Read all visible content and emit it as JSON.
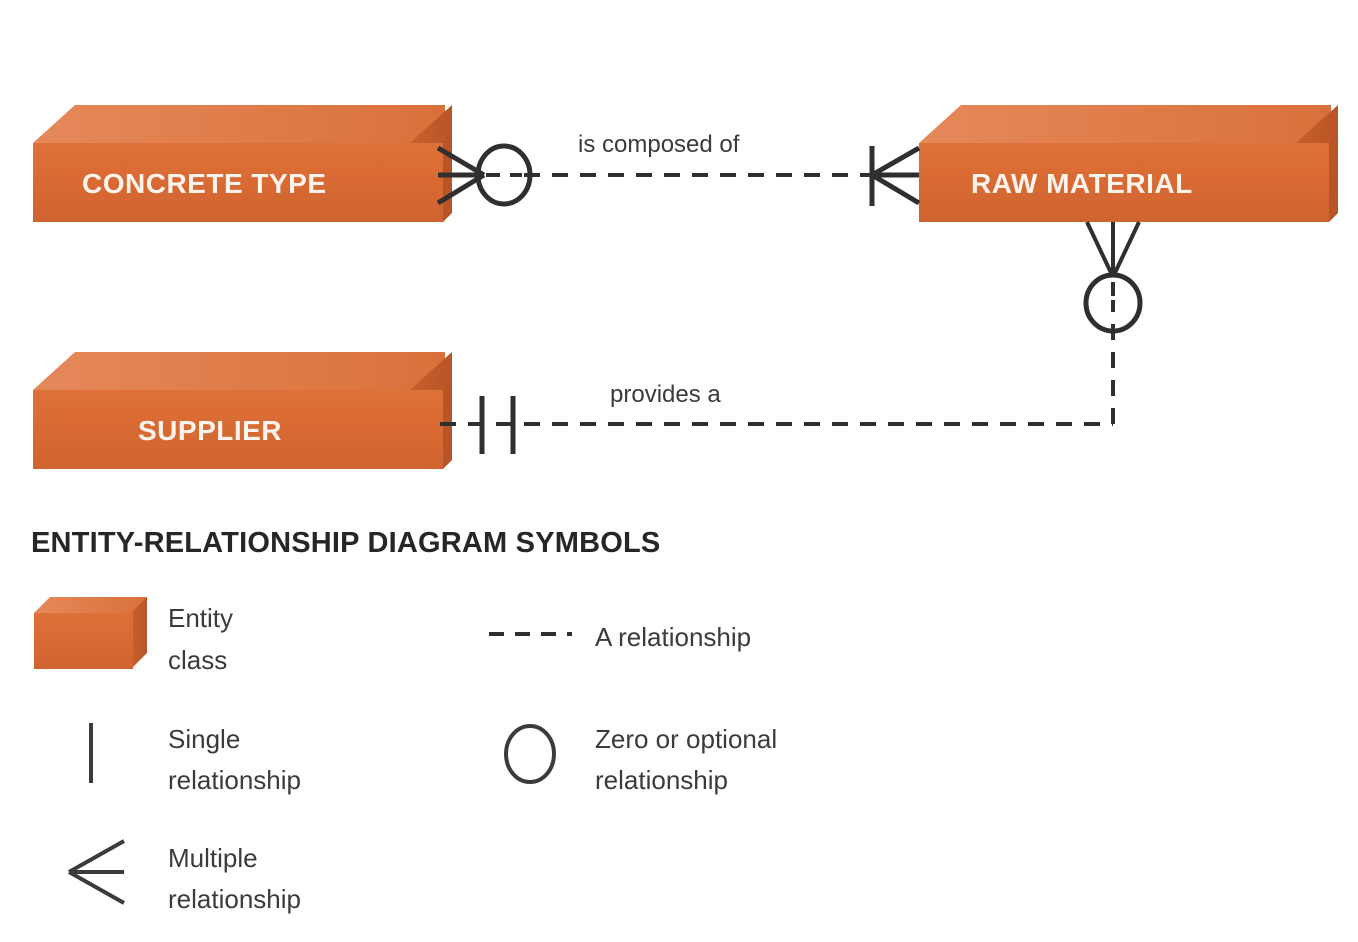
{
  "diagram": {
    "title": "ENTITY-RELATIONSHIP DIAGRAM SYMBOLS",
    "entities": [
      {
        "id": "concrete-type",
        "label": "CONCRETE TYPE"
      },
      {
        "id": "raw-material",
        "label": "RAW MATERIAL"
      },
      {
        "id": "supplier",
        "label": "SUPPLIER"
      }
    ],
    "relationships": [
      {
        "id": "concrete-type-raw-material",
        "label": "is composed of",
        "from": "CONCRETE TYPE",
        "to": "RAW MATERIAL",
        "from_cardinality": "zero-or-many",
        "to_cardinality": "one-or-many",
        "line_style": "dashed"
      },
      {
        "id": "supplier-raw-material",
        "label": "provides a",
        "from": "SUPPLIER",
        "to": "RAW MATERIAL",
        "from_cardinality": "one-and-only-one",
        "to_cardinality": "zero-or-many",
        "line_style": "dashed"
      }
    ]
  },
  "legend": {
    "items": [
      {
        "id": "entity-class",
        "icon": "entity-box-icon",
        "line1": "Entity",
        "line2": "class"
      },
      {
        "id": "a-relationship",
        "icon": "dashed-line-icon",
        "line1": "A relationship",
        "line2": ""
      },
      {
        "id": "single-relationship",
        "icon": "single-bar-icon",
        "line1": "Single",
        "line2": "relationship"
      },
      {
        "id": "zero-or-optional-relationship",
        "icon": "circle-icon",
        "line1": "Zero or optional",
        "line2": "relationship"
      },
      {
        "id": "multiple-relationship",
        "icon": "crows-foot-icon",
        "line1": "Multiple",
        "line2": "relationship"
      }
    ]
  },
  "colors": {
    "entity_face": "#d96a33",
    "entity_top": "#de7b47",
    "entity_side": "#c05a28",
    "entity_text": "#fdf4ee",
    "line": "#2f2f2f",
    "text": "#3b3b3b",
    "title_text": "#262626",
    "background": "#ffffff"
  }
}
